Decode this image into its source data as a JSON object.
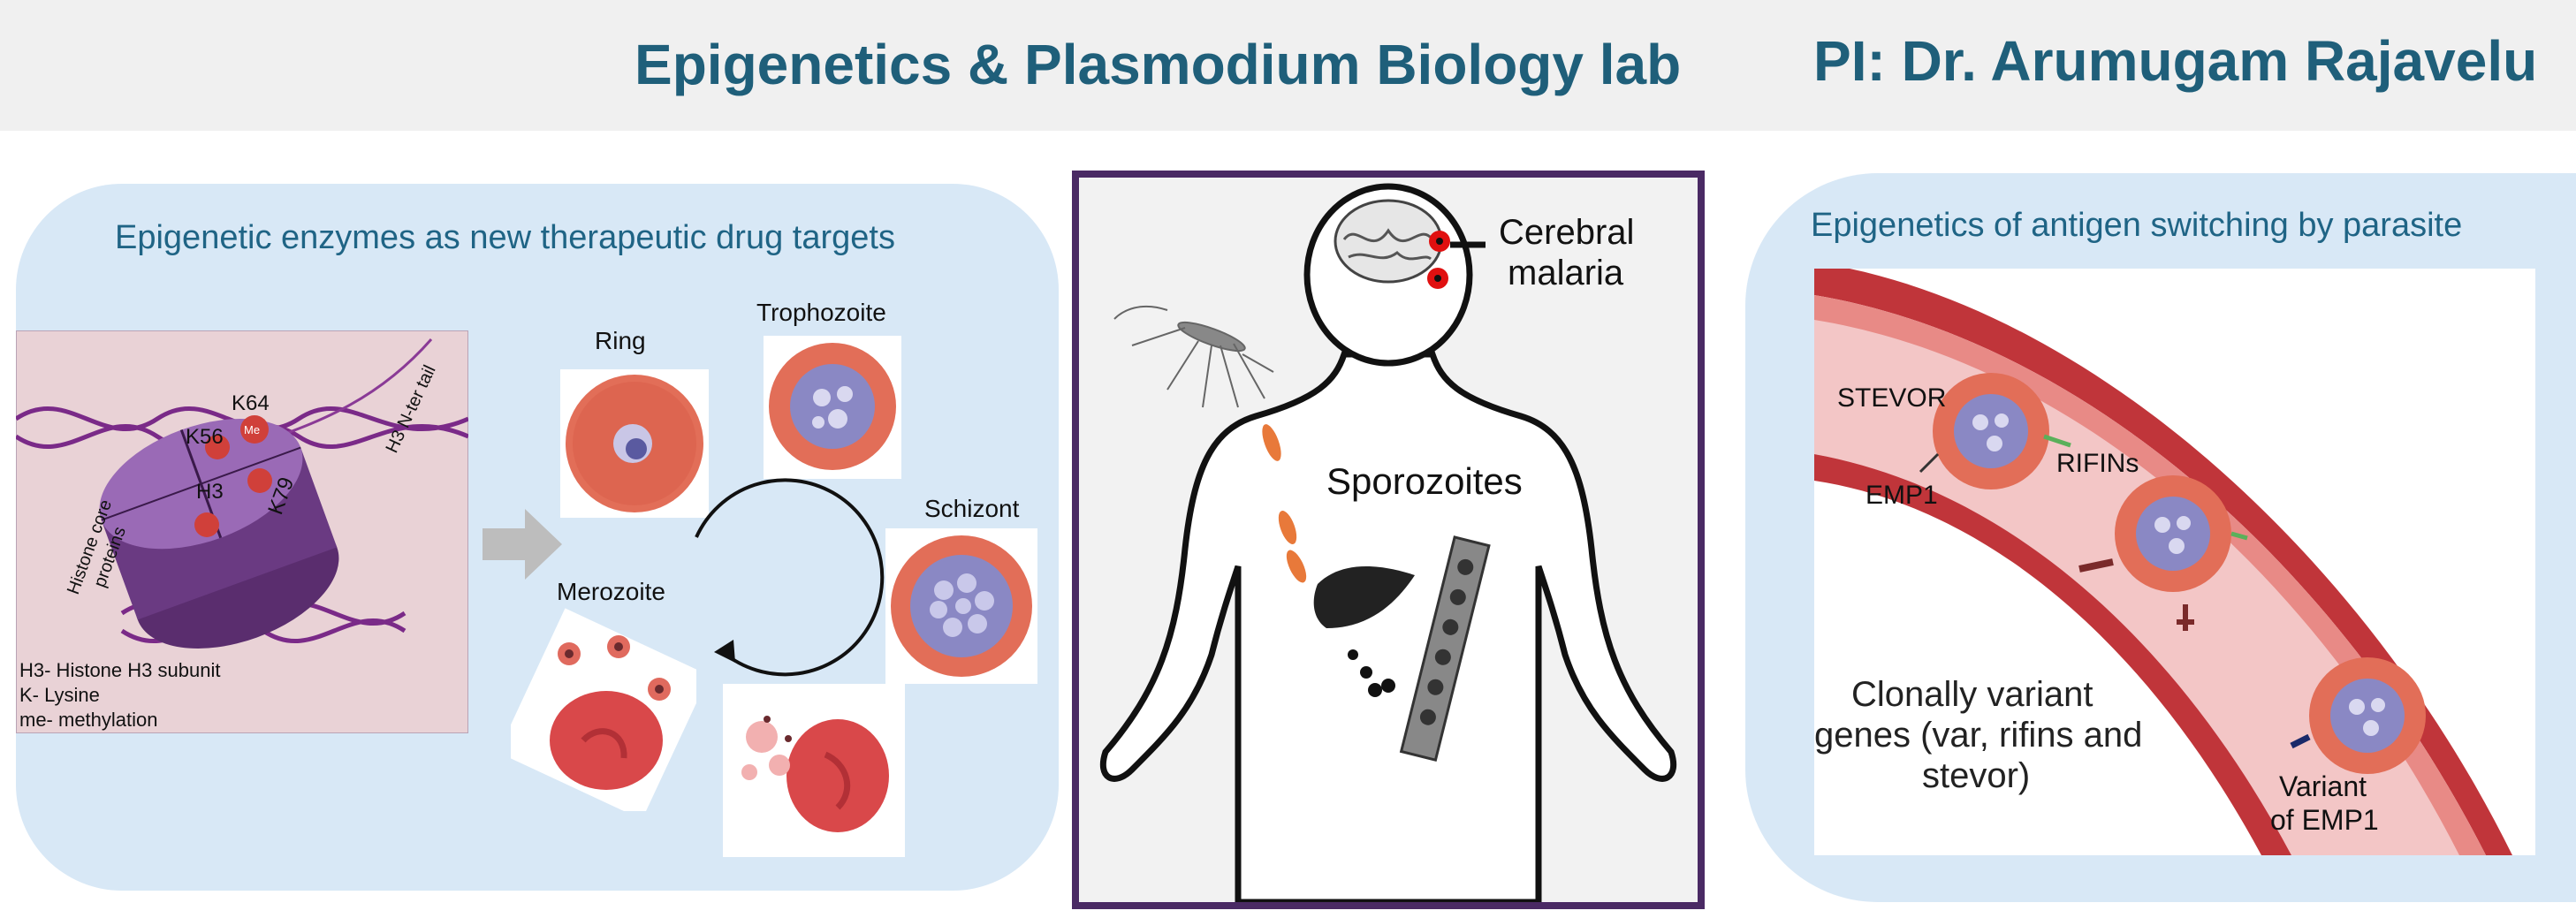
{
  "header": {
    "lab_title": "Epigenetics & Plasmodium Biology lab",
    "pi_title": "PI: Dr. Arumugam Rajavelu"
  },
  "left_panel": {
    "title": "Epigenetic enzymes as new therapeutic drug targets",
    "histone": {
      "k56": "K56",
      "k64": "K64",
      "h3": "H3",
      "k79": "K79",
      "me": "Me",
      "tail_label": "H3 N-ter tail",
      "core_label_1": "Histone core",
      "core_label_2": "proteins",
      "legend_1": "H3- Histone H3 subunit",
      "legend_2": "K- Lysine",
      "legend_3": "me- methylation"
    },
    "lifecycle": {
      "ring": "Ring",
      "trophozoite": "Trophozoite",
      "schizont": "Schizont",
      "merozoite": "Merozoite"
    }
  },
  "center_panel": {
    "cerebral_1": "Cerebral",
    "cerebral_2": "malaria",
    "sporozoites": "Sporozoites"
  },
  "right_panel": {
    "title": "Epigenetics of antigen switching by parasite",
    "stevor": "STEVOR",
    "emp1": "EMP1",
    "rifins": "RIFINs",
    "genes_1": "Clonally variant",
    "genes_2": "genes (var, rifins and",
    "genes_3": "stevor)",
    "variant_1": "Variant",
    "variant_2": "of EMP1"
  },
  "colors": {
    "title_blue": "#1f5f7a",
    "panel_blue": "#d8e8f6",
    "frame_purple": "#4a2a64",
    "rbc_red": "#e0604a",
    "vessel_red": "#c0353a",
    "parasite_purple": "#8a88c4"
  }
}
